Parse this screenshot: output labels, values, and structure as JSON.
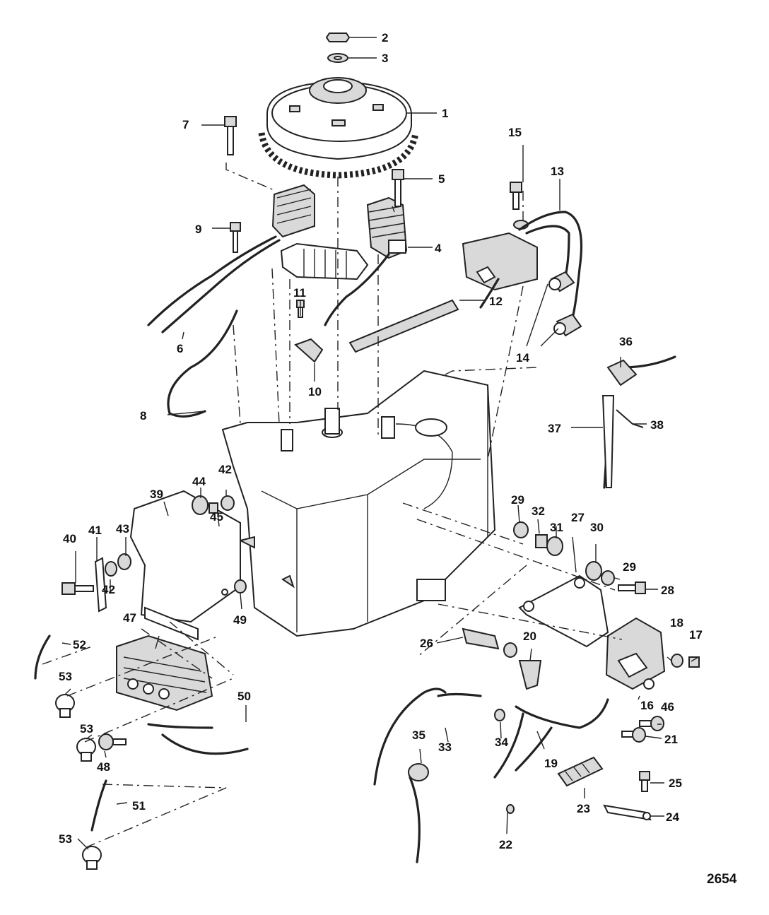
{
  "diagram": {
    "drawing_number": "2654",
    "callouts": [
      "1",
      "2",
      "3",
      "4",
      "5",
      "6",
      "7",
      "8",
      "9",
      "10",
      "11",
      "12",
      "13",
      "14",
      "14",
      "15",
      "16",
      "17",
      "18",
      "19",
      "20",
      "21",
      "22",
      "23",
      "24",
      "25",
      "26",
      "27",
      "28",
      "29",
      "29",
      "30",
      "31",
      "32",
      "33",
      "34",
      "35",
      "36",
      "37",
      "38",
      "39",
      "40",
      "41",
      "42",
      "42",
      "43",
      "44",
      "45",
      "46",
      "47",
      "48",
      "49",
      "50",
      "51",
      "52",
      "53",
      "53",
      "53"
    ]
  },
  "colors": {
    "ink": "#111111",
    "background": "#ffffff"
  }
}
